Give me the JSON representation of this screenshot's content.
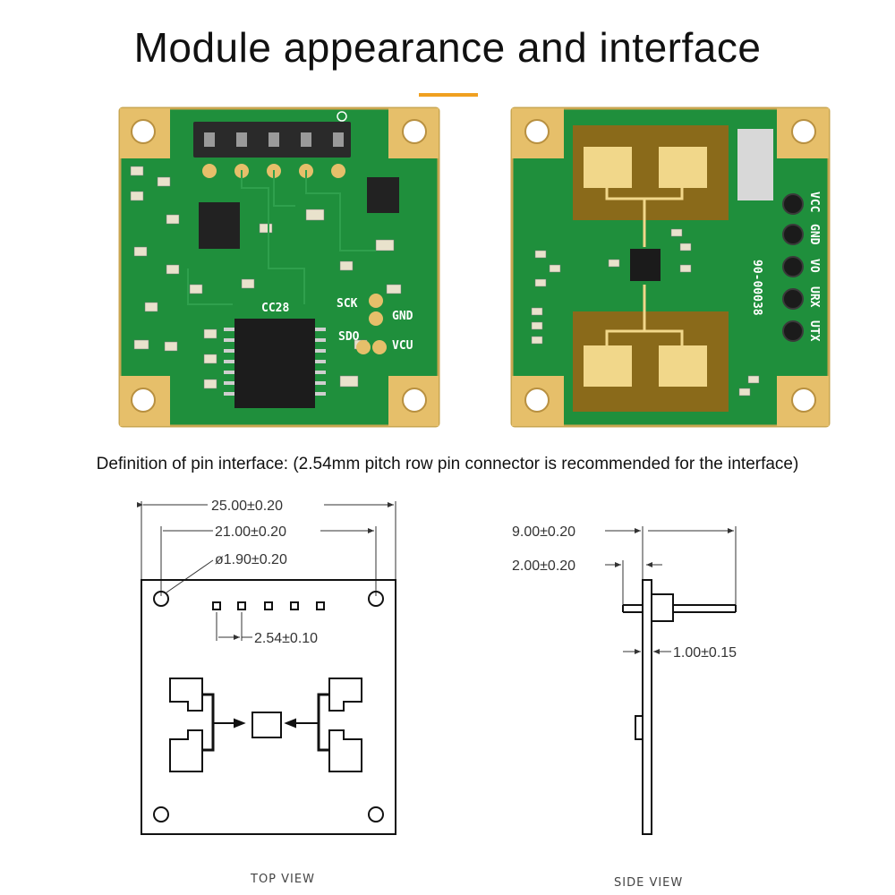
{
  "title": "Module appearance and interface",
  "accent_color": "#f0a020",
  "pin_caption": "Definition of pin interface: (2.54mm pitch row pin connector is recommended for the interface)",
  "front_board": {
    "silk": {
      "sck": "SCK",
      "gnd": "GND",
      "sdo": "SDO",
      "vcu": "VCU",
      "chip": "CC28"
    },
    "pcb_color": "#1f8f3c",
    "pad_color": "#e8c070"
  },
  "back_board": {
    "silk": {
      "part_number": "90-00038",
      "pins": [
        "VCC",
        "GND",
        "VO",
        "URX",
        "UTX"
      ]
    }
  },
  "top_view": {
    "dim_width": "25.00±0.20",
    "dim_hole_spacing": "21.00±0.20",
    "dim_hole_diameter": "ø1.90±0.20",
    "dim_pitch": "2.54±0.10",
    "label": "TOP VIEW"
  },
  "side_view": {
    "dim_pin_length": "9.00±0.20",
    "dim_header": "2.00±0.20",
    "dim_board": "1.00±0.15",
    "label": "SIDE VIEW"
  }
}
